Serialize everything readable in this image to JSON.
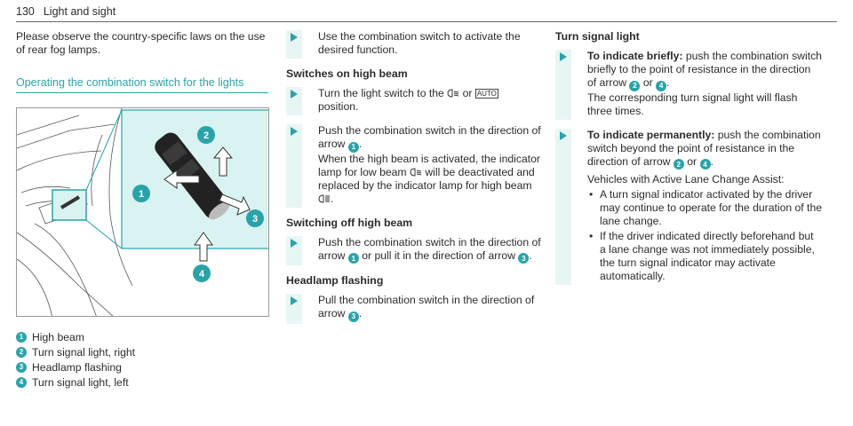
{
  "header": {
    "page_number": "130",
    "title": "Light and sight"
  },
  "col1": {
    "intro": "Please observe the country-specific laws on the use of rear fog lamps.",
    "section_title": "Operating the combination switch for the lights",
    "figure_labels": [
      "1",
      "2",
      "3",
      "4"
    ],
    "legend": [
      {
        "num": "1",
        "text": "High beam"
      },
      {
        "num": "2",
        "text": "Turn signal light, right"
      },
      {
        "num": "3",
        "text": "Headlamp flashing"
      },
      {
        "num": "4",
        "text": "Turn signal light, left"
      }
    ]
  },
  "col2": {
    "step_intro": "Use the combination switch to activate the desired function.",
    "h1": "Switches on high beam",
    "s1_pre": "Turn the light switch to the",
    "s1_or": "or",
    "s1_auto": "AUTO",
    "s1_post": "position.",
    "s2_a": "Push the combination switch in the direction of arrow",
    "s2_num": "1",
    "s2_b": "When the high beam is activated, the indicator lamp for low beam",
    "s2_c": "will be deactivated and replaced by the indicator lamp for high beam",
    "h2": "Switching off high beam",
    "s3_a": "Push the combination switch in the direction of arrow",
    "s3_num1": "1",
    "s3_b": "or pull it in the direction of arrow",
    "s3_num2": "3",
    "h3": "Headlamp flashing",
    "s4_a": "Pull the combination switch in the direction of arrow",
    "s4_num": "3"
  },
  "col3": {
    "h1": "Turn signal light",
    "t1_label": "To indicate briefly:",
    "t1_a": "push the combination switch briefly to the point of resistance in the direction of arrow",
    "t1_n1": "2",
    "t1_or": "or",
    "t1_n2": "4",
    "t1_b": "The corresponding turn signal light will flash three times.",
    "t2_label": "To indicate permanently:",
    "t2_a": "push the combination switch beyond the point of resistance in the direction of arrow",
    "t2_n1": "2",
    "t2_or": "or",
    "t2_n2": "4",
    "t2_vehicles": "Vehicles with Active Lane Change Assist:",
    "bullets": [
      "A turn signal indicator activated by the driver may continue to operate for the duration of the lane change.",
      "If the driver indicated directly beforehand but a lane change was not immediately possible, the turn signal indicator may activate automatically."
    ]
  },
  "colors": {
    "accent": "#2aa3a8",
    "tint": "#d9f3f2",
    "text": "#2b2b2b"
  }
}
